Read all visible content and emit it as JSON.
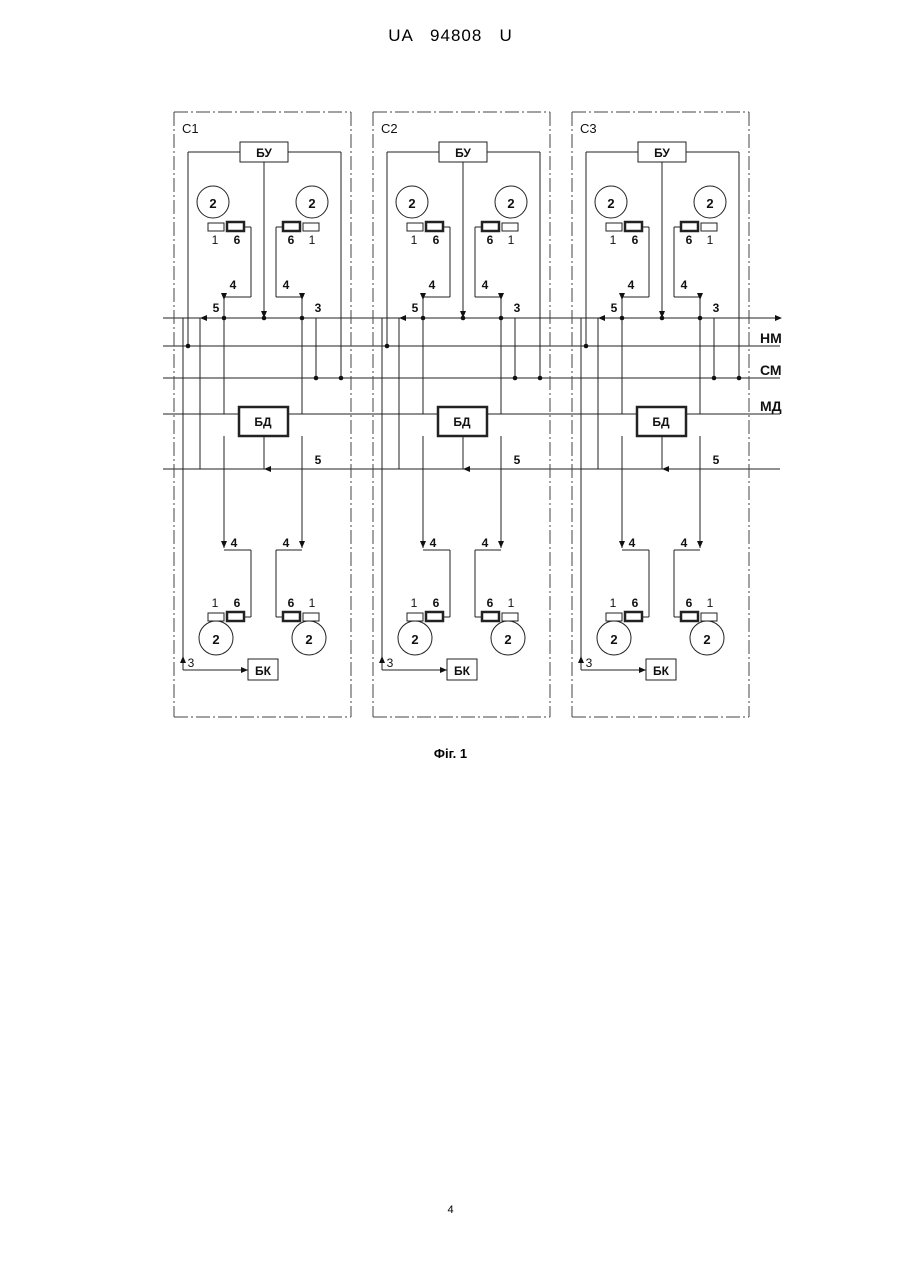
{
  "header": {
    "patent_number": "UA   94808   U"
  },
  "figure": {
    "sections": [
      {
        "label": "C1"
      },
      {
        "label": "C2"
      },
      {
        "label": "C3"
      }
    ],
    "blocks": {
      "control": "БУ",
      "sensor": "БД",
      "comm": "БК"
    },
    "bus_labels": [
      "НМ",
      "СМ",
      "МД"
    ],
    "numbers": {
      "motor": "2",
      "one": "1",
      "six": "6",
      "three": "3",
      "four": "4",
      "five": "5"
    }
  },
  "caption": "Фіг. 1",
  "page_number": "4"
}
